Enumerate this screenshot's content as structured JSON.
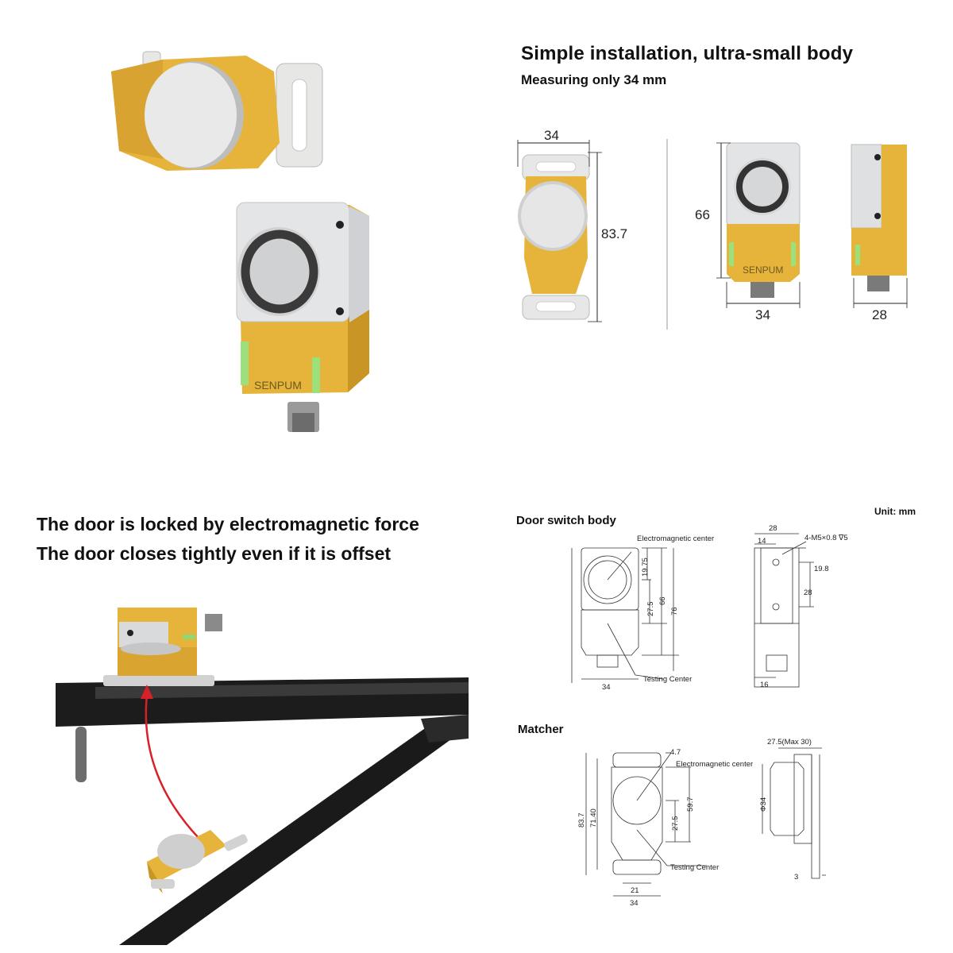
{
  "intro": {
    "title": "Simple installation, ultra-small body",
    "subtitle": "Measuring only 34 mm"
  },
  "product": {
    "brand": "SENPUM"
  },
  "overview_dims": {
    "matcher_width": "34",
    "matcher_height": "83.7",
    "body_height": "66",
    "body_width": "34",
    "body_depth": "28"
  },
  "door_section": {
    "line1": "The door is locked by electromagnetic force",
    "line2": "The door closes tightly even if it is offset"
  },
  "drawing": {
    "unit": "Unit: mm",
    "body_title": "Door switch body",
    "matcher_title": "Matcher",
    "em_center": "Electromagnetic center",
    "testing_center": "Testing Center",
    "body_dims": {
      "d1975": "19.75",
      "d275": "27.5",
      "d66": "66",
      "d76": "76",
      "d34": "34",
      "d28": "28",
      "d14": "14",
      "thread": "4-M5×0.8 ∇5",
      "d198": "19.8",
      "d28b": "28",
      "d16": "16"
    },
    "matcher_dims": {
      "d47": "4.7",
      "d837": "83.7",
      "d7140": "71.40",
      "d275": "27.5",
      "d597": "59.7",
      "d21": "21",
      "d34": "34",
      "dmax": "27.5(Max 30)",
      "phi34": "Φ34",
      "d3": "3"
    }
  },
  "colors": {
    "yellow": "#e6b43a",
    "yellow_dark": "#c99625",
    "silver": "#d9dbde",
    "green": "#7fd36b",
    "rail": "#1c1c1c",
    "arrow": "#d8202a"
  }
}
